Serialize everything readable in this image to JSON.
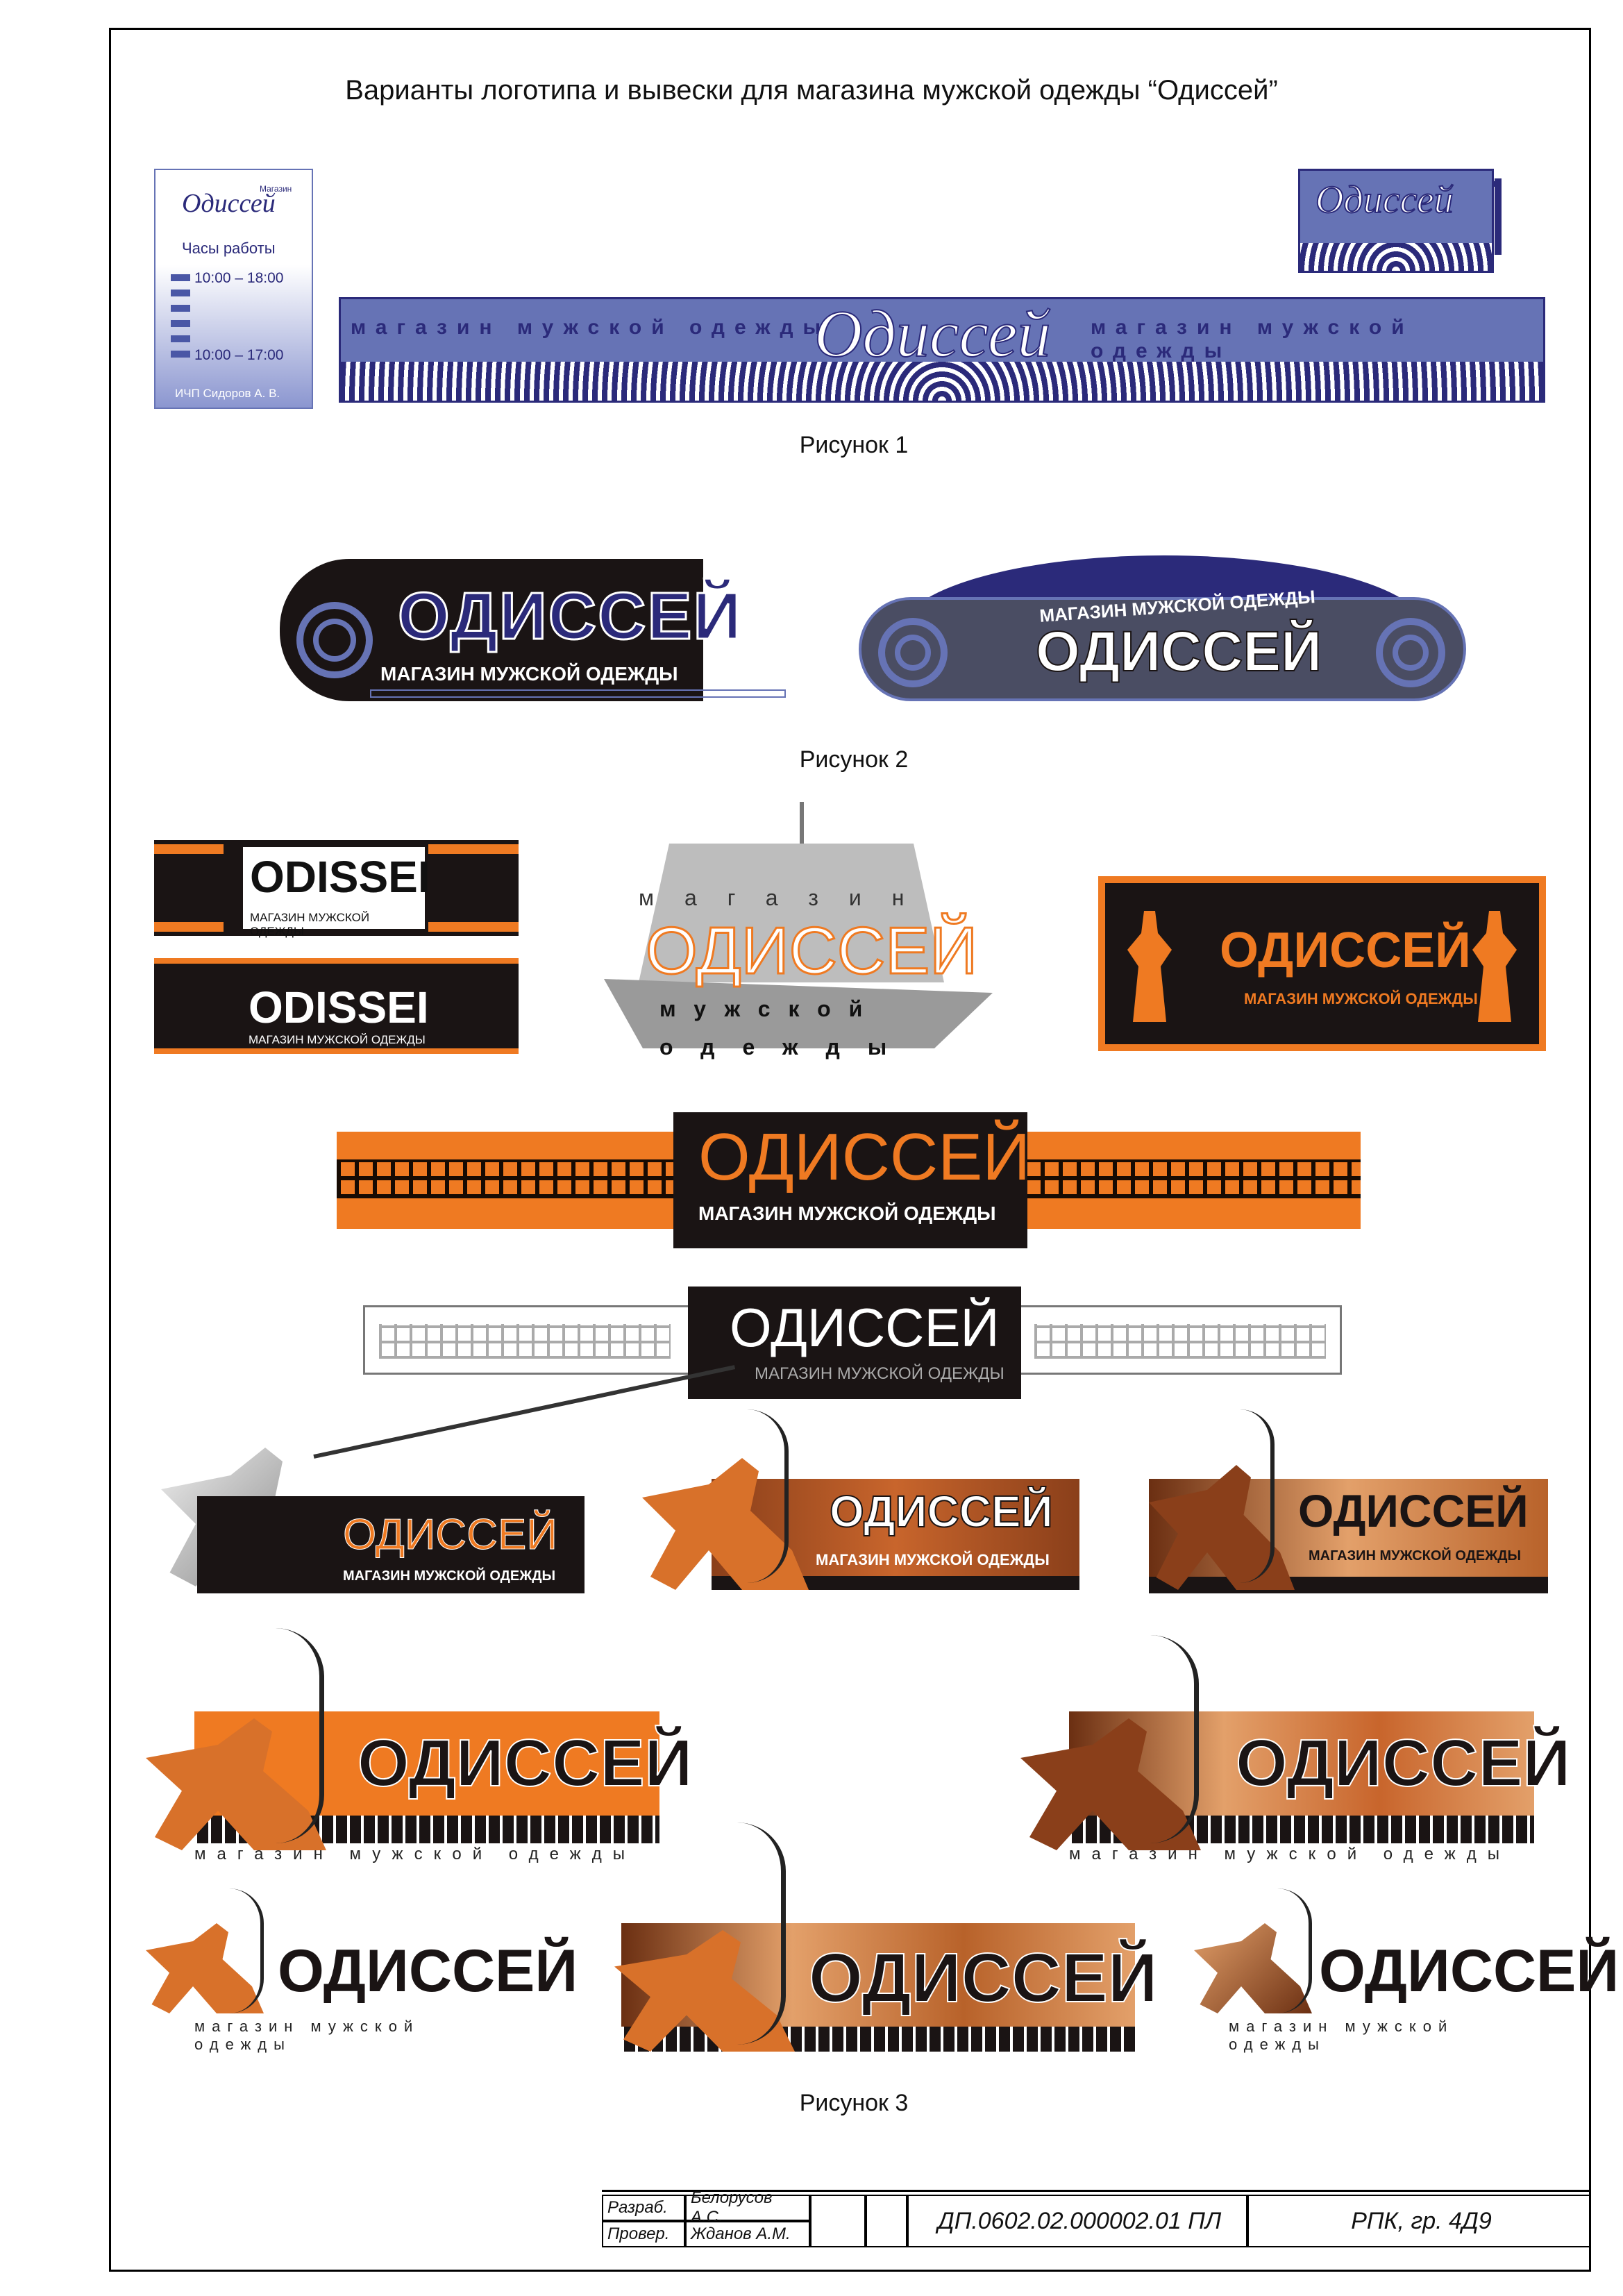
{
  "header": {
    "title": "Варианты логотипа и вывески для магазина мужской одежды “Одиссей”"
  },
  "captions": {
    "fig1": "Рисунок 1",
    "fig2": "Рисунок 2",
    "fig3": "Рисунок 3"
  },
  "brand": {
    "name_cursive": "Одиссей",
    "name_caps": "ОДИССЕЙ",
    "name_latin": "ODISSEI",
    "tagline": "МАГАЗИН МУЖСКОЙ ОДЕЖДЫ",
    "tagline_lower": "магазин мужской одежды",
    "shop_small": "Магазин",
    "word_shop": "магазин",
    "word_mens": "мужской",
    "word_clothes": "одежды"
  },
  "hours_sign": {
    "heading": "Часы работы",
    "row1": "10:00 – 18:00",
    "row2": "10:00 – 17:00",
    "owner": "ИЧП Сидоров А. В."
  },
  "title_block": {
    "dev_label": "Разраб.",
    "dev_name": "Белорусов А.С.",
    "check_label": "Провер.",
    "check_name": "Жданов А.М.",
    "doc_code": "ДП.0602.02.000002.01 ПЛ",
    "group": "РПК, гр. 4Д9"
  },
  "colors": {
    "navy": "#2b2a7a",
    "blue": "#6673b5",
    "orange": "#ef7a22",
    "copper": "#b8622a",
    "dark": "#1a1414"
  }
}
